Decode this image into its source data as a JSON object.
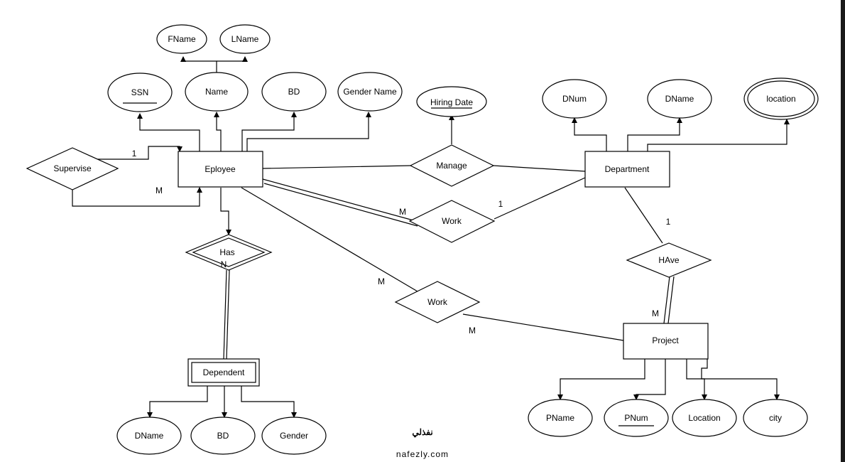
{
  "entities": {
    "employee": "Eployee",
    "department": "Department",
    "project": "Project",
    "dependent": "Dependent"
  },
  "relationships": {
    "supervise": "Supervise",
    "manage": "Manage",
    "work_dept": "Work",
    "work_proj": "Work",
    "has": "Has",
    "have": "HAve"
  },
  "attributes": {
    "employee": {
      "fname": "FName",
      "lname": "LName",
      "ssn": "SSN",
      "name": "Name",
      "bd": "BD",
      "gender_name": "Gender Name"
    },
    "manage": {
      "hiring_date": "Hiring Date"
    },
    "department": {
      "dnum": "DNum",
      "dname": "DName",
      "location": "location"
    },
    "project": {
      "pname": "PName",
      "pnum": "PNum",
      "location": "Location",
      "city": "city"
    },
    "dependent": {
      "dname": "DName",
      "bd": "BD",
      "gender": "Gender"
    }
  },
  "cardinality": {
    "supervise_one": "1",
    "supervise_many": "M",
    "work_emp": "M",
    "work_dept": "1",
    "has_n": "N",
    "work_proj_emp": "M",
    "work_proj_proj": "M",
    "have_dept": "1",
    "have_proj": "M"
  },
  "watermark": {
    "arabic": "نفذلي",
    "latin": "nafezly.com"
  },
  "colors": {
    "stroke": "#000000",
    "background": "#ffffff",
    "watermark": "#dcdcdc"
  }
}
